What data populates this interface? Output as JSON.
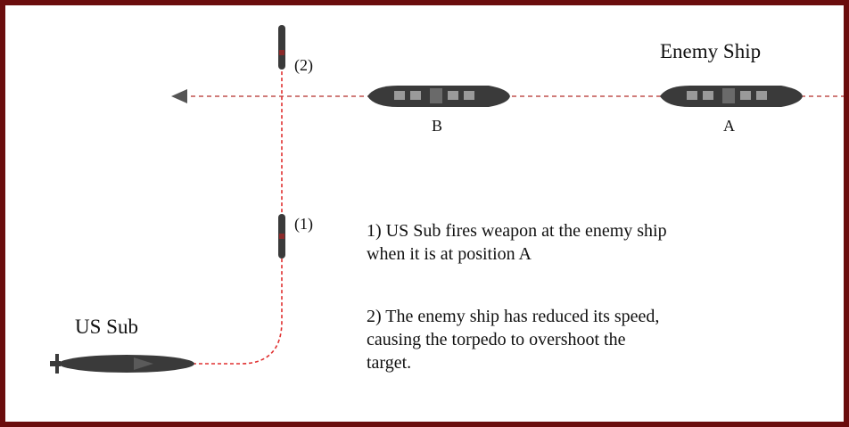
{
  "labels": {
    "enemy_ship": "Enemy Ship",
    "us_sub": "US Sub",
    "position_b": "B",
    "position_a": "A",
    "marker_2": "(2)",
    "marker_1": "(1)"
  },
  "notes": {
    "step1_line1": "1) US Sub fires weapon at the enemy ship",
    "step1_line2": "when it is at position A",
    "step2_line1": "2) The enemy ship has reduced its speed,",
    "step2_line2": "causing the torpedo to overshoot the",
    "step2_line3": "target."
  },
  "colors": {
    "frame": "#6b0d0d",
    "ship_path": "#c0504d",
    "torpedo_path": "#e03030",
    "vessel": "#3a3a3a",
    "arrow": "#555555"
  },
  "icons": {
    "ship": "ship-icon",
    "submarine": "submarine-icon",
    "torpedo": "torpedo-icon",
    "arrowhead": "arrow-left-icon"
  }
}
